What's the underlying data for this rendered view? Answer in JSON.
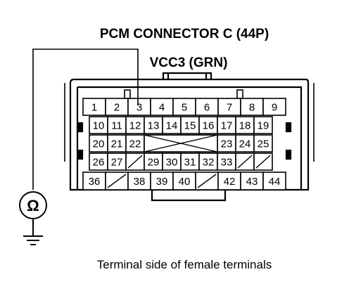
{
  "title": "PCM CONNECTOR C (44P)",
  "wire_label": "VCC3 (GRN)",
  "caption": "Terminal side of female terminals",
  "meter_symbol": "Ω",
  "meter_icon": "ohmmeter-icon",
  "ground_icon": "ground-icon",
  "connector": {
    "rows": [
      [
        "1",
        "2",
        "3",
        "4",
        "5",
        "6",
        "7",
        "8",
        "9"
      ],
      [
        "10",
        "11",
        "12",
        "13",
        "14",
        "15",
        "16",
        "17",
        "18",
        "19"
      ],
      [
        "20",
        "21",
        "22",
        "",
        "",
        "",
        "",
        "23",
        "24",
        "25"
      ],
      [
        "26",
        "27",
        "",
        "29",
        "30",
        "31",
        "32",
        "33",
        "",
        ""
      ],
      [
        "36",
        "",
        "38",
        "39",
        "40",
        "",
        "42",
        "43",
        "44"
      ]
    ],
    "probed_terminal": "3"
  }
}
